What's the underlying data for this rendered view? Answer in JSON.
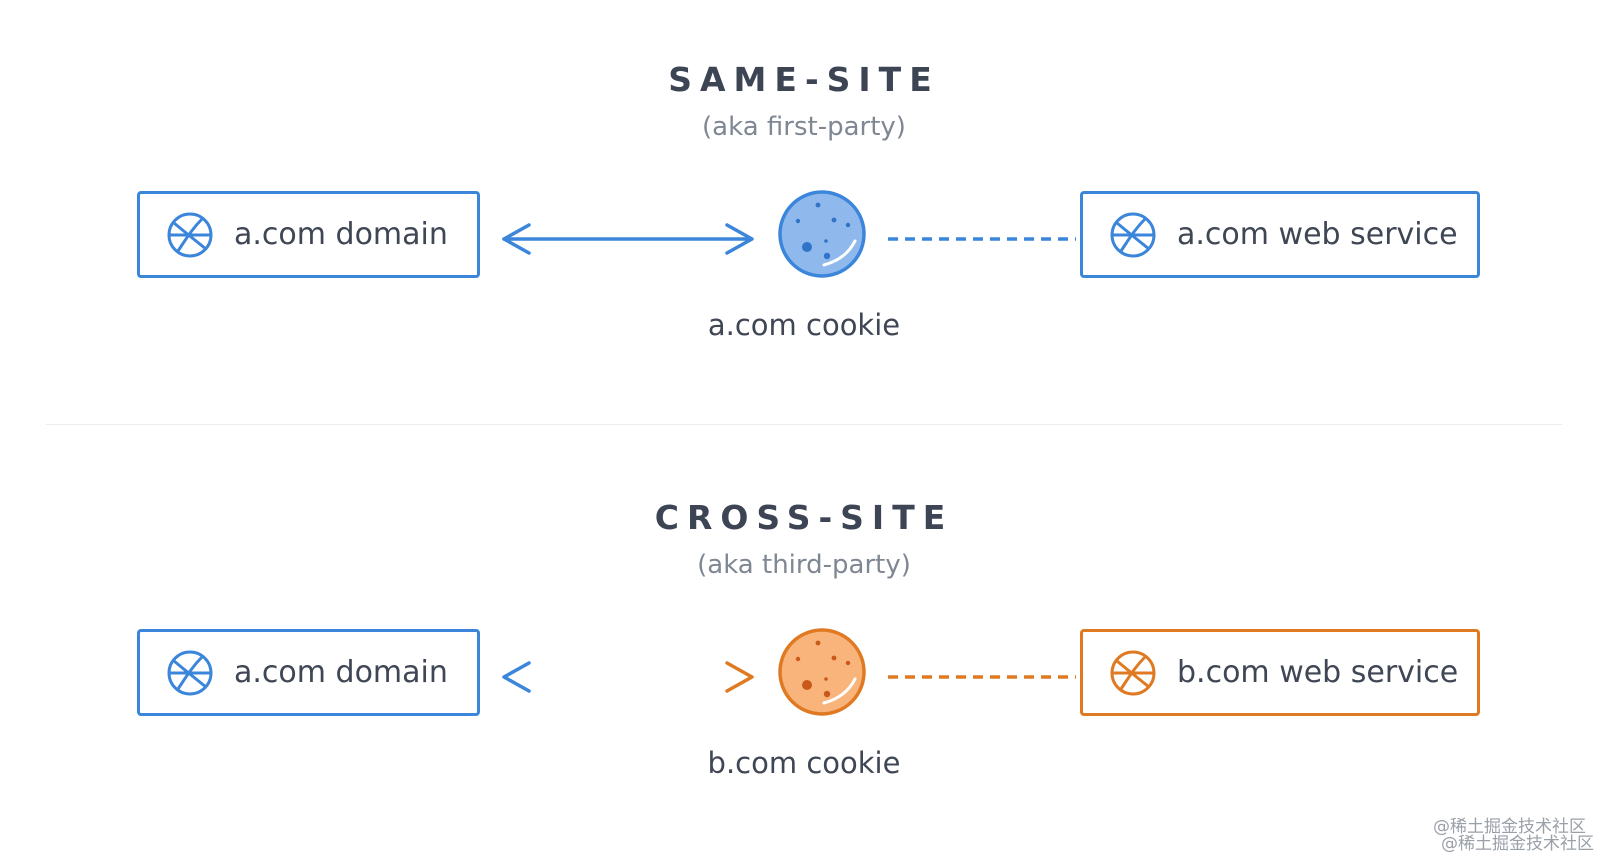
{
  "colors": {
    "blue": "#3b86da",
    "orange": "#e07a22",
    "blue_cookie_fill": "#8fb8ec",
    "orange_cookie_fill": "#f8b47b",
    "title_text": "#3d4555",
    "subtitle_text": "#7f8793"
  },
  "same_site": {
    "title": "SAME-SITE",
    "subtitle": "(aka first-party)",
    "left_box": {
      "label": "a.com domain",
      "icon": "globe-icon",
      "color": "blue"
    },
    "cookie": {
      "label": "a.com cookie",
      "icon": "cookie-icon",
      "color": "blue"
    },
    "right_box": {
      "label": "a.com web service",
      "icon": "globe-icon",
      "color": "blue"
    }
  },
  "cross_site": {
    "title": "CROSS-SITE",
    "subtitle": "(aka third-party)",
    "left_box": {
      "label": "a.com domain",
      "icon": "globe-icon",
      "color": "blue"
    },
    "cookie": {
      "label": "b.com cookie",
      "icon": "cookie-icon",
      "color": "orange"
    },
    "right_box": {
      "label": "b.com web service",
      "icon": "globe-icon",
      "color": "orange"
    }
  },
  "watermark": [
    "@稀土掘金技术社区",
    "@稀土掘金技术社区"
  ]
}
